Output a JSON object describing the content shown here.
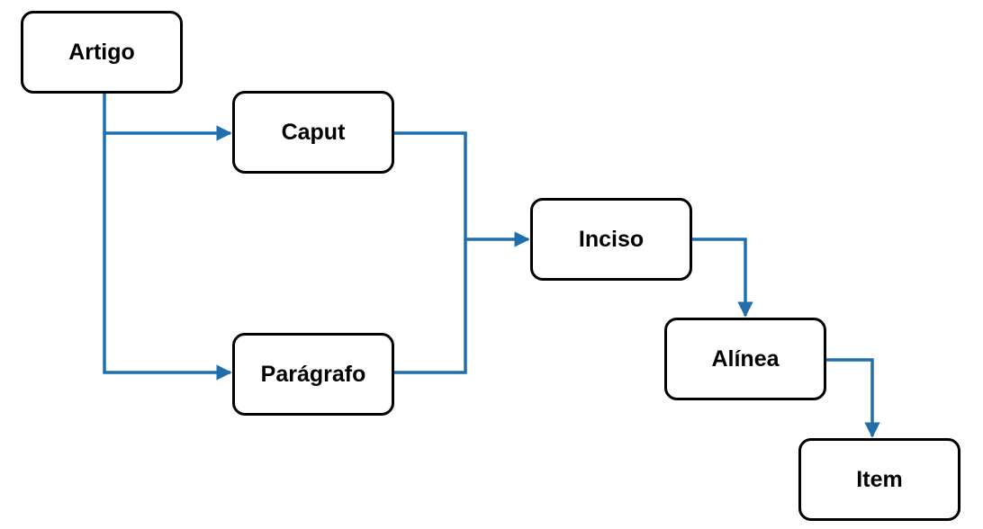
{
  "colors": {
    "connector": "#1f6fad",
    "node_border": "#000000",
    "node_fill": "#ffffff",
    "text": "#000000"
  },
  "nodes": {
    "artigo": "Artigo",
    "caput": "Caput",
    "paragrafo": "Parágrafo",
    "inciso": "Inciso",
    "alinea": "Alínea",
    "item": "Item"
  },
  "edges": [
    {
      "from": "artigo",
      "to": "caput"
    },
    {
      "from": "artigo",
      "to": "paragrafo"
    },
    {
      "from": "caput",
      "to": "inciso"
    },
    {
      "from": "paragrafo",
      "to": "inciso"
    },
    {
      "from": "inciso",
      "to": "alinea"
    },
    {
      "from": "alinea",
      "to": "item"
    }
  ]
}
